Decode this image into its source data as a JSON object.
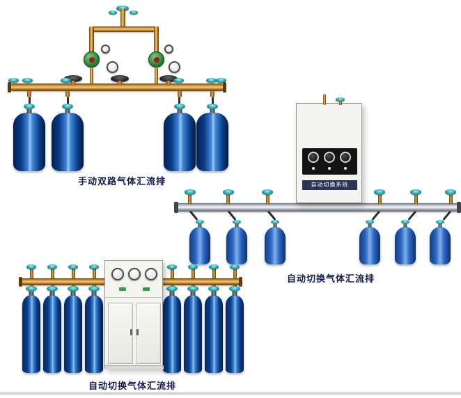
{
  "page": {
    "background": "#ffffff",
    "colors": {
      "label": "#16194f",
      "brass": "#d09a3e",
      "teal": "#0b6e78",
      "cylinder-dark": "#0a3d8a",
      "cylinder-light": "#2a66c4",
      "aluminum": "#c9cfd6",
      "cabinet": "#f4f4f0"
    }
  },
  "products": [
    {
      "id": "manual-dual-manifold",
      "label": "手动双路气体汇流排",
      "cylinder_count": 4,
      "regulator_count": 2,
      "gauge_count": 4
    },
    {
      "id": "auto-switch-manifold-wall",
      "label": "自动切换气体汇流排",
      "cabinet_text": "自动切换系统",
      "cylinder_count": 6,
      "gauge_count": 3
    },
    {
      "id": "auto-switch-manifold-floor",
      "label": "自动切换气体汇流排",
      "cylinder_count": 8,
      "gauge_count": 3
    }
  ]
}
